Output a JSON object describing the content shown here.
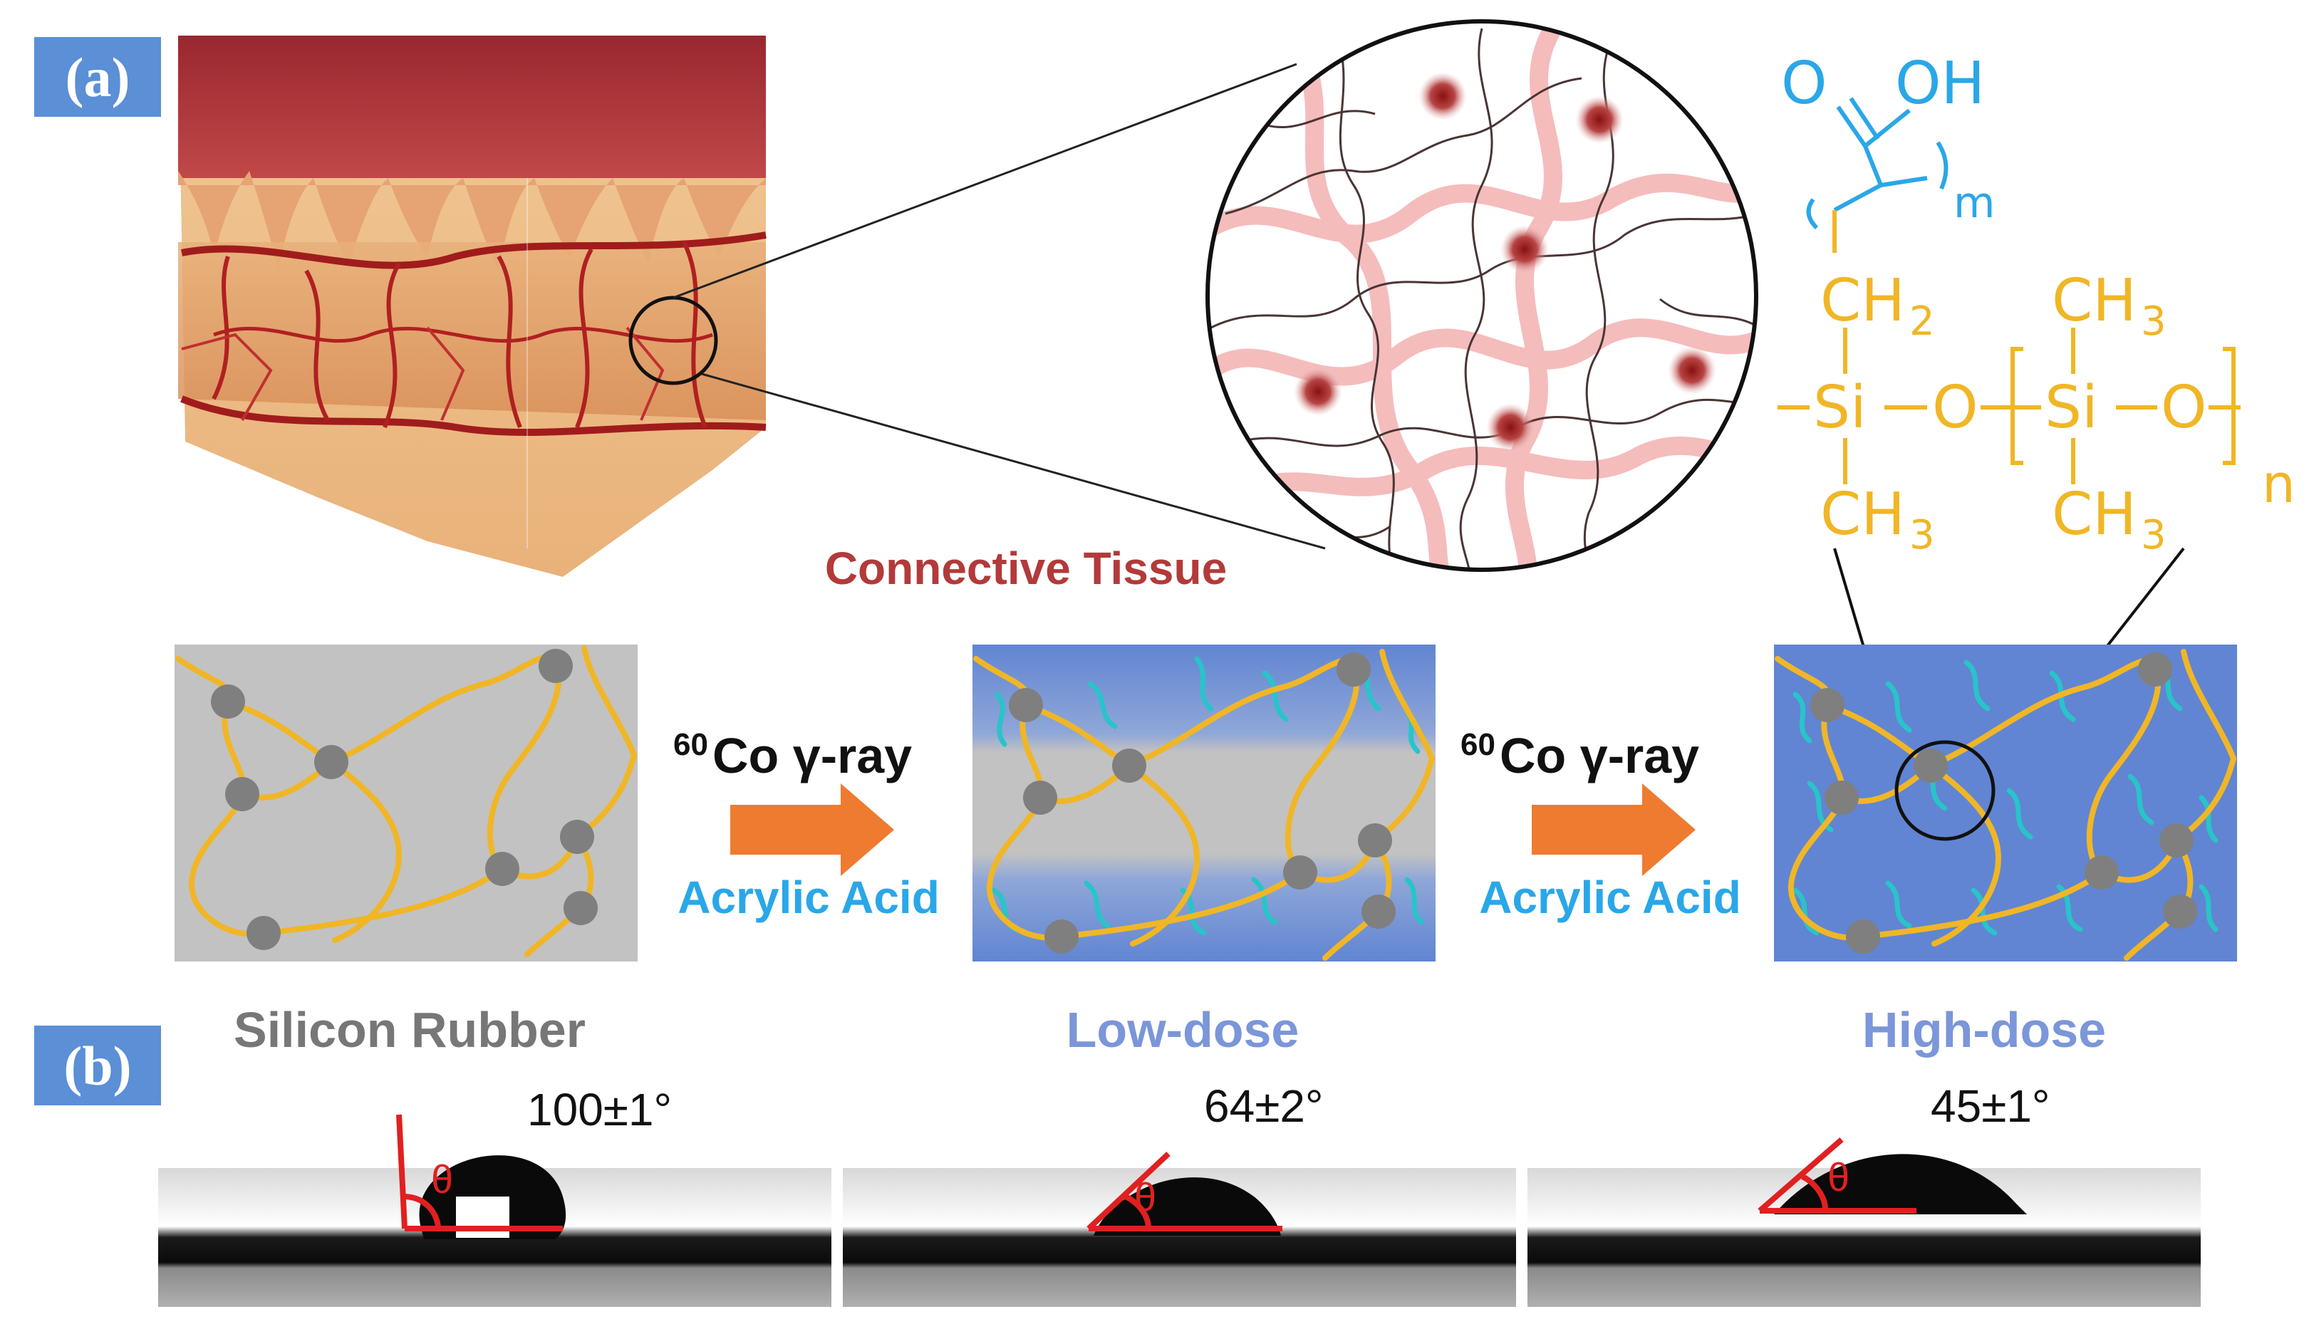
{
  "colors": {
    "badge": "#5b8fd6",
    "tissue_label": "#b33a3a",
    "rubber_label": "#777777",
    "dose_label": "#7b96d9",
    "acid_label": "#2aa7e8",
    "arrow": "#ee7b2f",
    "chain_yellow": "#f0b626",
    "graft_cyan": "#28c4c9",
    "rubber_bg": "#c2c2c2",
    "dose_bg": "#6185d2",
    "angle_red": "#e02020",
    "chem_blue": "#2aa7e8",
    "chem_yellow": "#f0b626"
  },
  "panel_a": {
    "badge": "(a)",
    "tissue_label": "Connective Tissue",
    "chem": {
      "O": "O",
      "OH": "OH",
      "m": "m",
      "CH2_left": "CH",
      "CH2_sub": "2",
      "Si1": "Si",
      "O1": "O",
      "Si2": "Si",
      "O2": "O",
      "CH3_top": "CH",
      "CH3_top_sub": "3",
      "CH3_bl": "CH",
      "CH3_bl_sub": "3",
      "CH3_br": "CH",
      "CH3_br_sub": "3",
      "n": "n"
    },
    "states": [
      {
        "label": "Silicon Rubber"
      },
      {
        "label": "Low-dose"
      },
      {
        "label": "High-dose"
      }
    ],
    "arrows": [
      {
        "sup": "60",
        "main": "Co γ-ray",
        "reagent": "Acrylic Acid"
      },
      {
        "sup": "60",
        "main": "Co γ-ray",
        "reagent": "Acrylic Acid"
      }
    ]
  },
  "panel_b": {
    "badge": "(b)",
    "theta": "θ",
    "angles": [
      {
        "value": "100±1°"
      },
      {
        "value": "64±2°"
      },
      {
        "value": "45±1°"
      }
    ]
  }
}
